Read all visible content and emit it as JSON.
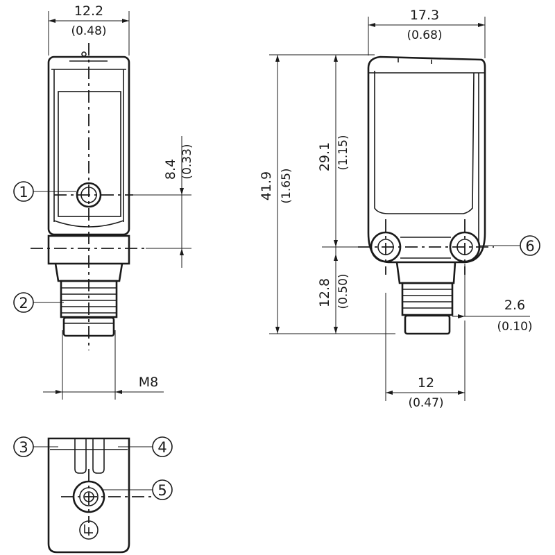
{
  "dimensions": {
    "width_front": {
      "mm": "12.2",
      "in": "(0.48)"
    },
    "width_side": {
      "mm": "17.3",
      "in": "(0.68)"
    },
    "lens_offset": {
      "mm": "8.4",
      "in": "(0.33)"
    },
    "total_height": {
      "mm": "41.9",
      "in": "(1.65)"
    },
    "housing_height": {
      "mm": "29.1",
      "in": "(1.15)"
    },
    "connector_height": {
      "mm": "12.8",
      "in": "(0.50)"
    },
    "mount_offset": {
      "mm": "2.6",
      "in": "(0.10)"
    },
    "mount_spacing": {
      "mm": "12",
      "in": "(0.47)"
    },
    "thread": {
      "label": "M8"
    }
  },
  "callouts": [
    "1",
    "2",
    "3",
    "4",
    "5",
    "6"
  ]
}
